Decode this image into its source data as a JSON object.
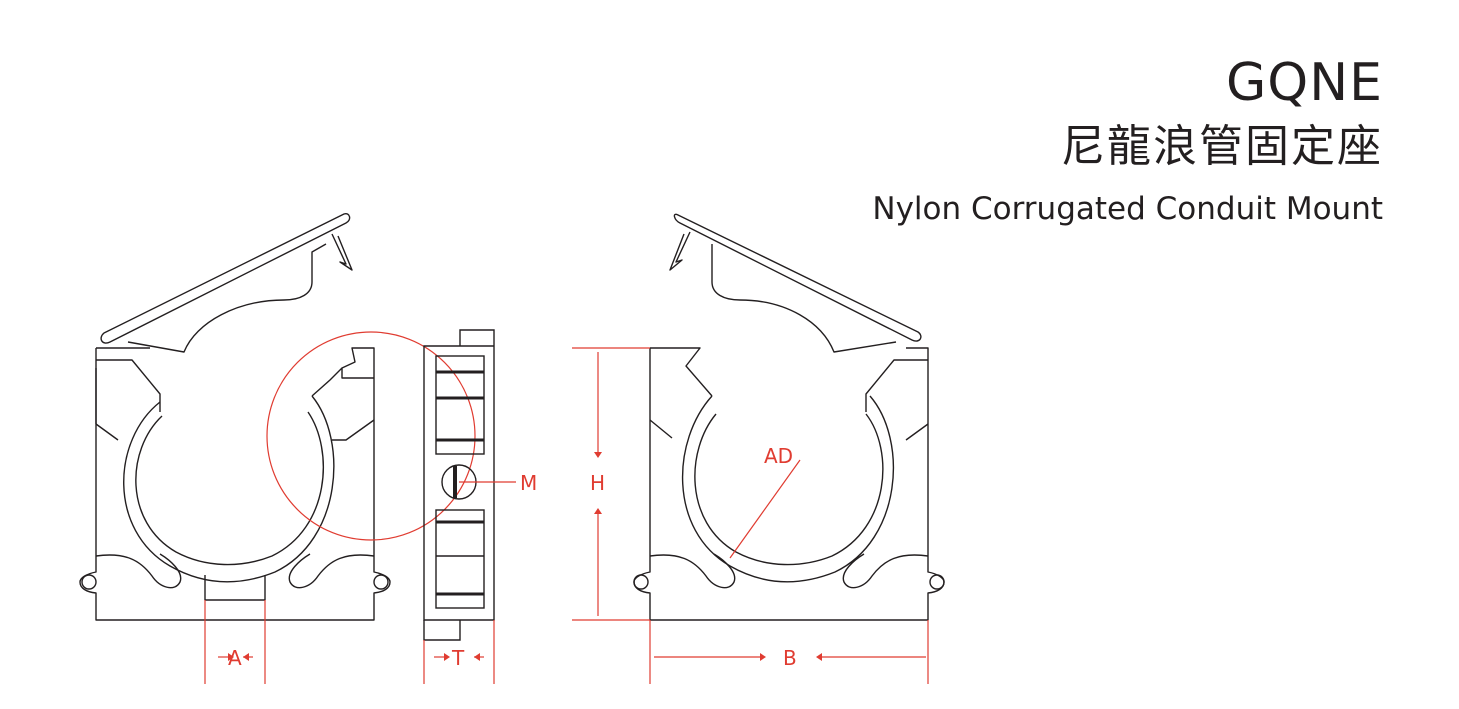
{
  "header": {
    "model_code": "GQNE",
    "name_zh": "尼龍浪管固定座",
    "name_en": "Nylon Corrugated Conduit Mount"
  },
  "dimensions": {
    "a": "A",
    "t": "T",
    "b": "B",
    "h": "H",
    "m": "M",
    "ad": "AD"
  },
  "colors": {
    "outline": "#231f20",
    "dimension": "#e03c31",
    "background": "#ffffff"
  }
}
